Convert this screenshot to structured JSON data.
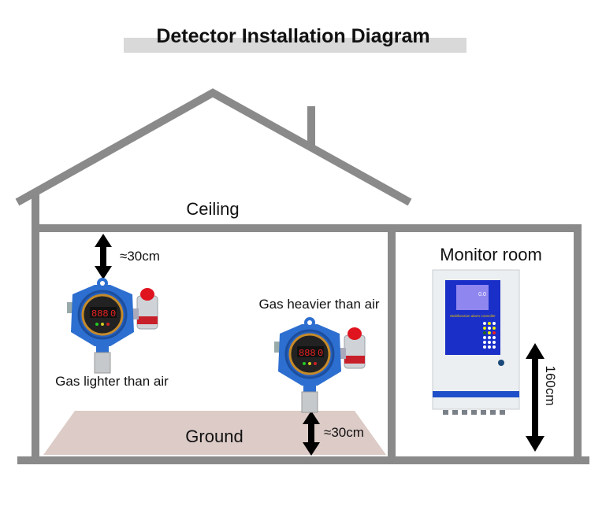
{
  "title": "Detector Installation Diagram",
  "ceiling_label": "Ceiling",
  "ground_label": "Ground",
  "monitor_room_label": "Monitor room",
  "ceiling_distance": "≈30cm",
  "ground_distance": "≈30cm",
  "monitor_height": "160cm",
  "detector_light": {
    "label": "Gas lighter than air",
    "display": "888",
    "display_last": "0"
  },
  "detector_heavy": {
    "label": "Gas heavier than air",
    "display": "888",
    "display_last": "0"
  },
  "controller": {
    "caption": "Multifunction alarm controller",
    "screen_reading": "0.0"
  },
  "colors": {
    "house": "#8a8a8a",
    "ground": "#dccbc6",
    "title_bar": "#d9d9d9",
    "detector_blue": "#2d6fd0",
    "controller_blue": "#1a2fc8"
  }
}
